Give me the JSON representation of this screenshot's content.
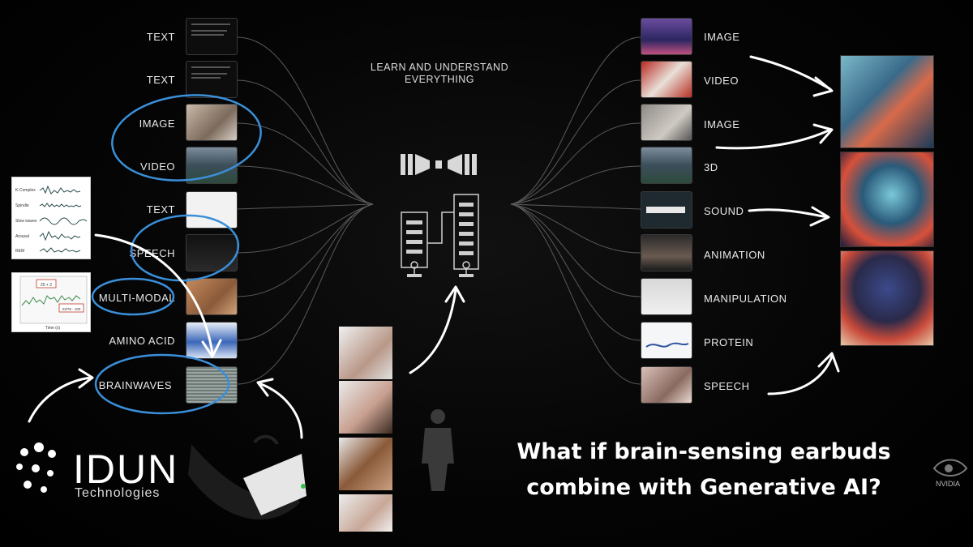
{
  "left_labels": [
    "TEXT",
    "TEXT",
    "IMAGE",
    "VIDEO",
    "TEXT",
    "SPEECH",
    "MULTI-MODAL",
    "AMINO ACID",
    "BRAINWAVES"
  ],
  "right_labels": [
    "IMAGE",
    "VIDEO",
    "IMAGE",
    "3D",
    "SOUND",
    "ANIMATION",
    "MANIPULATION",
    "PROTEIN",
    "SPEECH"
  ],
  "center_title": "LEARN AND UNDERSTAND EVERYTHING",
  "headline_line1": "What if brain-sensing earbuds",
  "headline_line2": "combine with Generative AI?",
  "logo": {
    "name": "IDUN",
    "sub": "Technologies"
  },
  "nvidia_label": "NVIDIA",
  "eeg_panel": {
    "traces": [
      "K-Complex",
      "Spindle",
      "Slow waves",
      "Arousal",
      "REM"
    ]
  },
  "chart_panel": {
    "box1": "20 + 2",
    "box2": "23/78 - 100",
    "xlabel": "Time (s)"
  },
  "colors": {
    "annotation_blue": "#3b8fd9",
    "background": "#000000",
    "text": "#ffffff"
  }
}
